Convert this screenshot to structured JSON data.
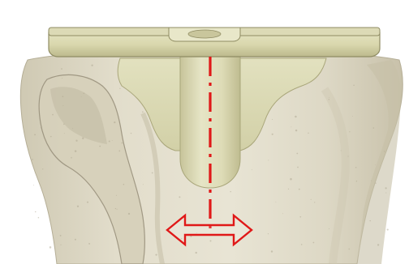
{
  "image": {
    "subject": "tibial-implant-illustration",
    "colors": {
      "background": "#ffffff",
      "bone": "#dcd7c4",
      "bone_shadow": "#b9b29c",
      "bone_edge": "#9d9580",
      "implant": "#d8d6ad",
      "implant_light": "#e9e8c7",
      "implant_shadow": "#b9b68a",
      "marker": "#e01818"
    },
    "marks": {
      "centerline": "dash-dot-vertical-line",
      "arrow": "double-headed-horizontal-arrow-outline"
    }
  }
}
